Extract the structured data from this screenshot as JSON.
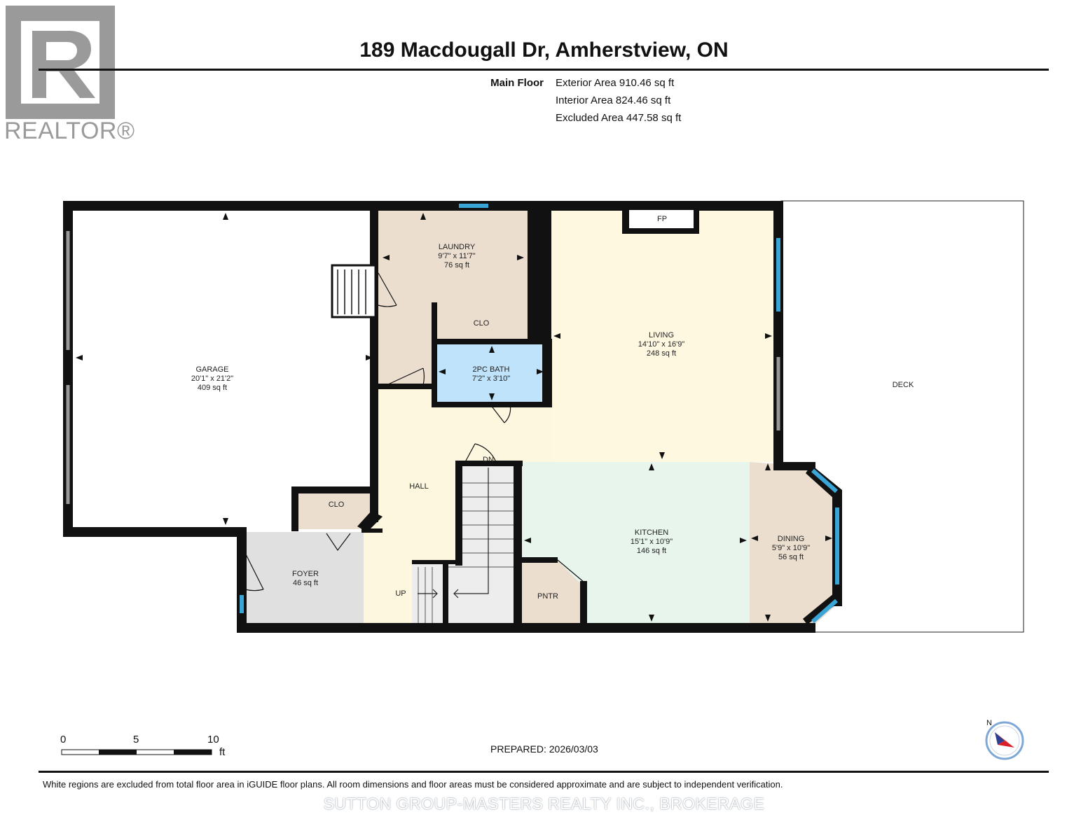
{
  "logo": {
    "text": "REALTOR®"
  },
  "title": "189 Macdougall Dr, Amherstview, ON",
  "floor": {
    "label": "Main Floor",
    "areas": [
      "Exterior Area 910.46 sq ft",
      "Interior Area 824.46 sq ft",
      "Excluded Area 447.58 sq ft"
    ]
  },
  "rooms": {
    "garage": {
      "name": "GARAGE",
      "dims": "20'1\" x 21'2\"",
      "area": "409 sq ft"
    },
    "laundry": {
      "name": "LAUNDRY",
      "dims": "9'7\" x 11'7\"",
      "area": "76 sq ft"
    },
    "living": {
      "name": "LIVING",
      "dims": "14'10\" x 16'9\"",
      "area": "248 sq ft"
    },
    "bath": {
      "name": "2PC BATH",
      "dims": "7'2\" x 3'10\""
    },
    "kitchen": {
      "name": "KITCHEN",
      "dims": "15'1\" x 10'9\"",
      "area": "146 sq ft"
    },
    "dining": {
      "name": "DINING",
      "dims": "5'9\" x 10'9\"",
      "area": "56 sq ft"
    },
    "foyer": {
      "name": "FOYER",
      "area": "46 sq ft"
    },
    "hall": {
      "name": "HALL"
    },
    "clo_upper": {
      "name": "CLO"
    },
    "clo_lower": {
      "name": "CLO"
    },
    "pantry": {
      "name": "PNTR"
    },
    "deck": {
      "name": "DECK"
    },
    "fireplace": {
      "name": "FP"
    },
    "stairs_up": {
      "name": "UP"
    },
    "stairs_dn": {
      "name": "DN"
    }
  },
  "scale": {
    "ticks": [
      "0",
      "5",
      "10"
    ],
    "unit": "ft"
  },
  "compass": {
    "label": "N"
  },
  "prepared": "PREPARED: 2026/03/03",
  "footer": "White regions are excluded from total floor area in iGUIDE floor plans. All room dimensions and floor areas must be considered approximate and are subject to independent verification.",
  "watermark": "SUTTON GROUP-MASTERS REALTY INC., BROKERAGE",
  "colors": {
    "wall": "#111111",
    "window": "#3aa6d8",
    "garage": "#ffffff",
    "laundry": "#ebdecf",
    "living": "#fff8e1",
    "hall": "#fdf7df",
    "bath": "#bfe3fb",
    "kitchen": "#e7f5ec",
    "dining": "#ebdecf",
    "foyer": "#e0e0e0",
    "pantry": "#ebdecf",
    "closet": "#ebdecf",
    "deck": "#ffffff",
    "stairs": "#ededed"
  }
}
